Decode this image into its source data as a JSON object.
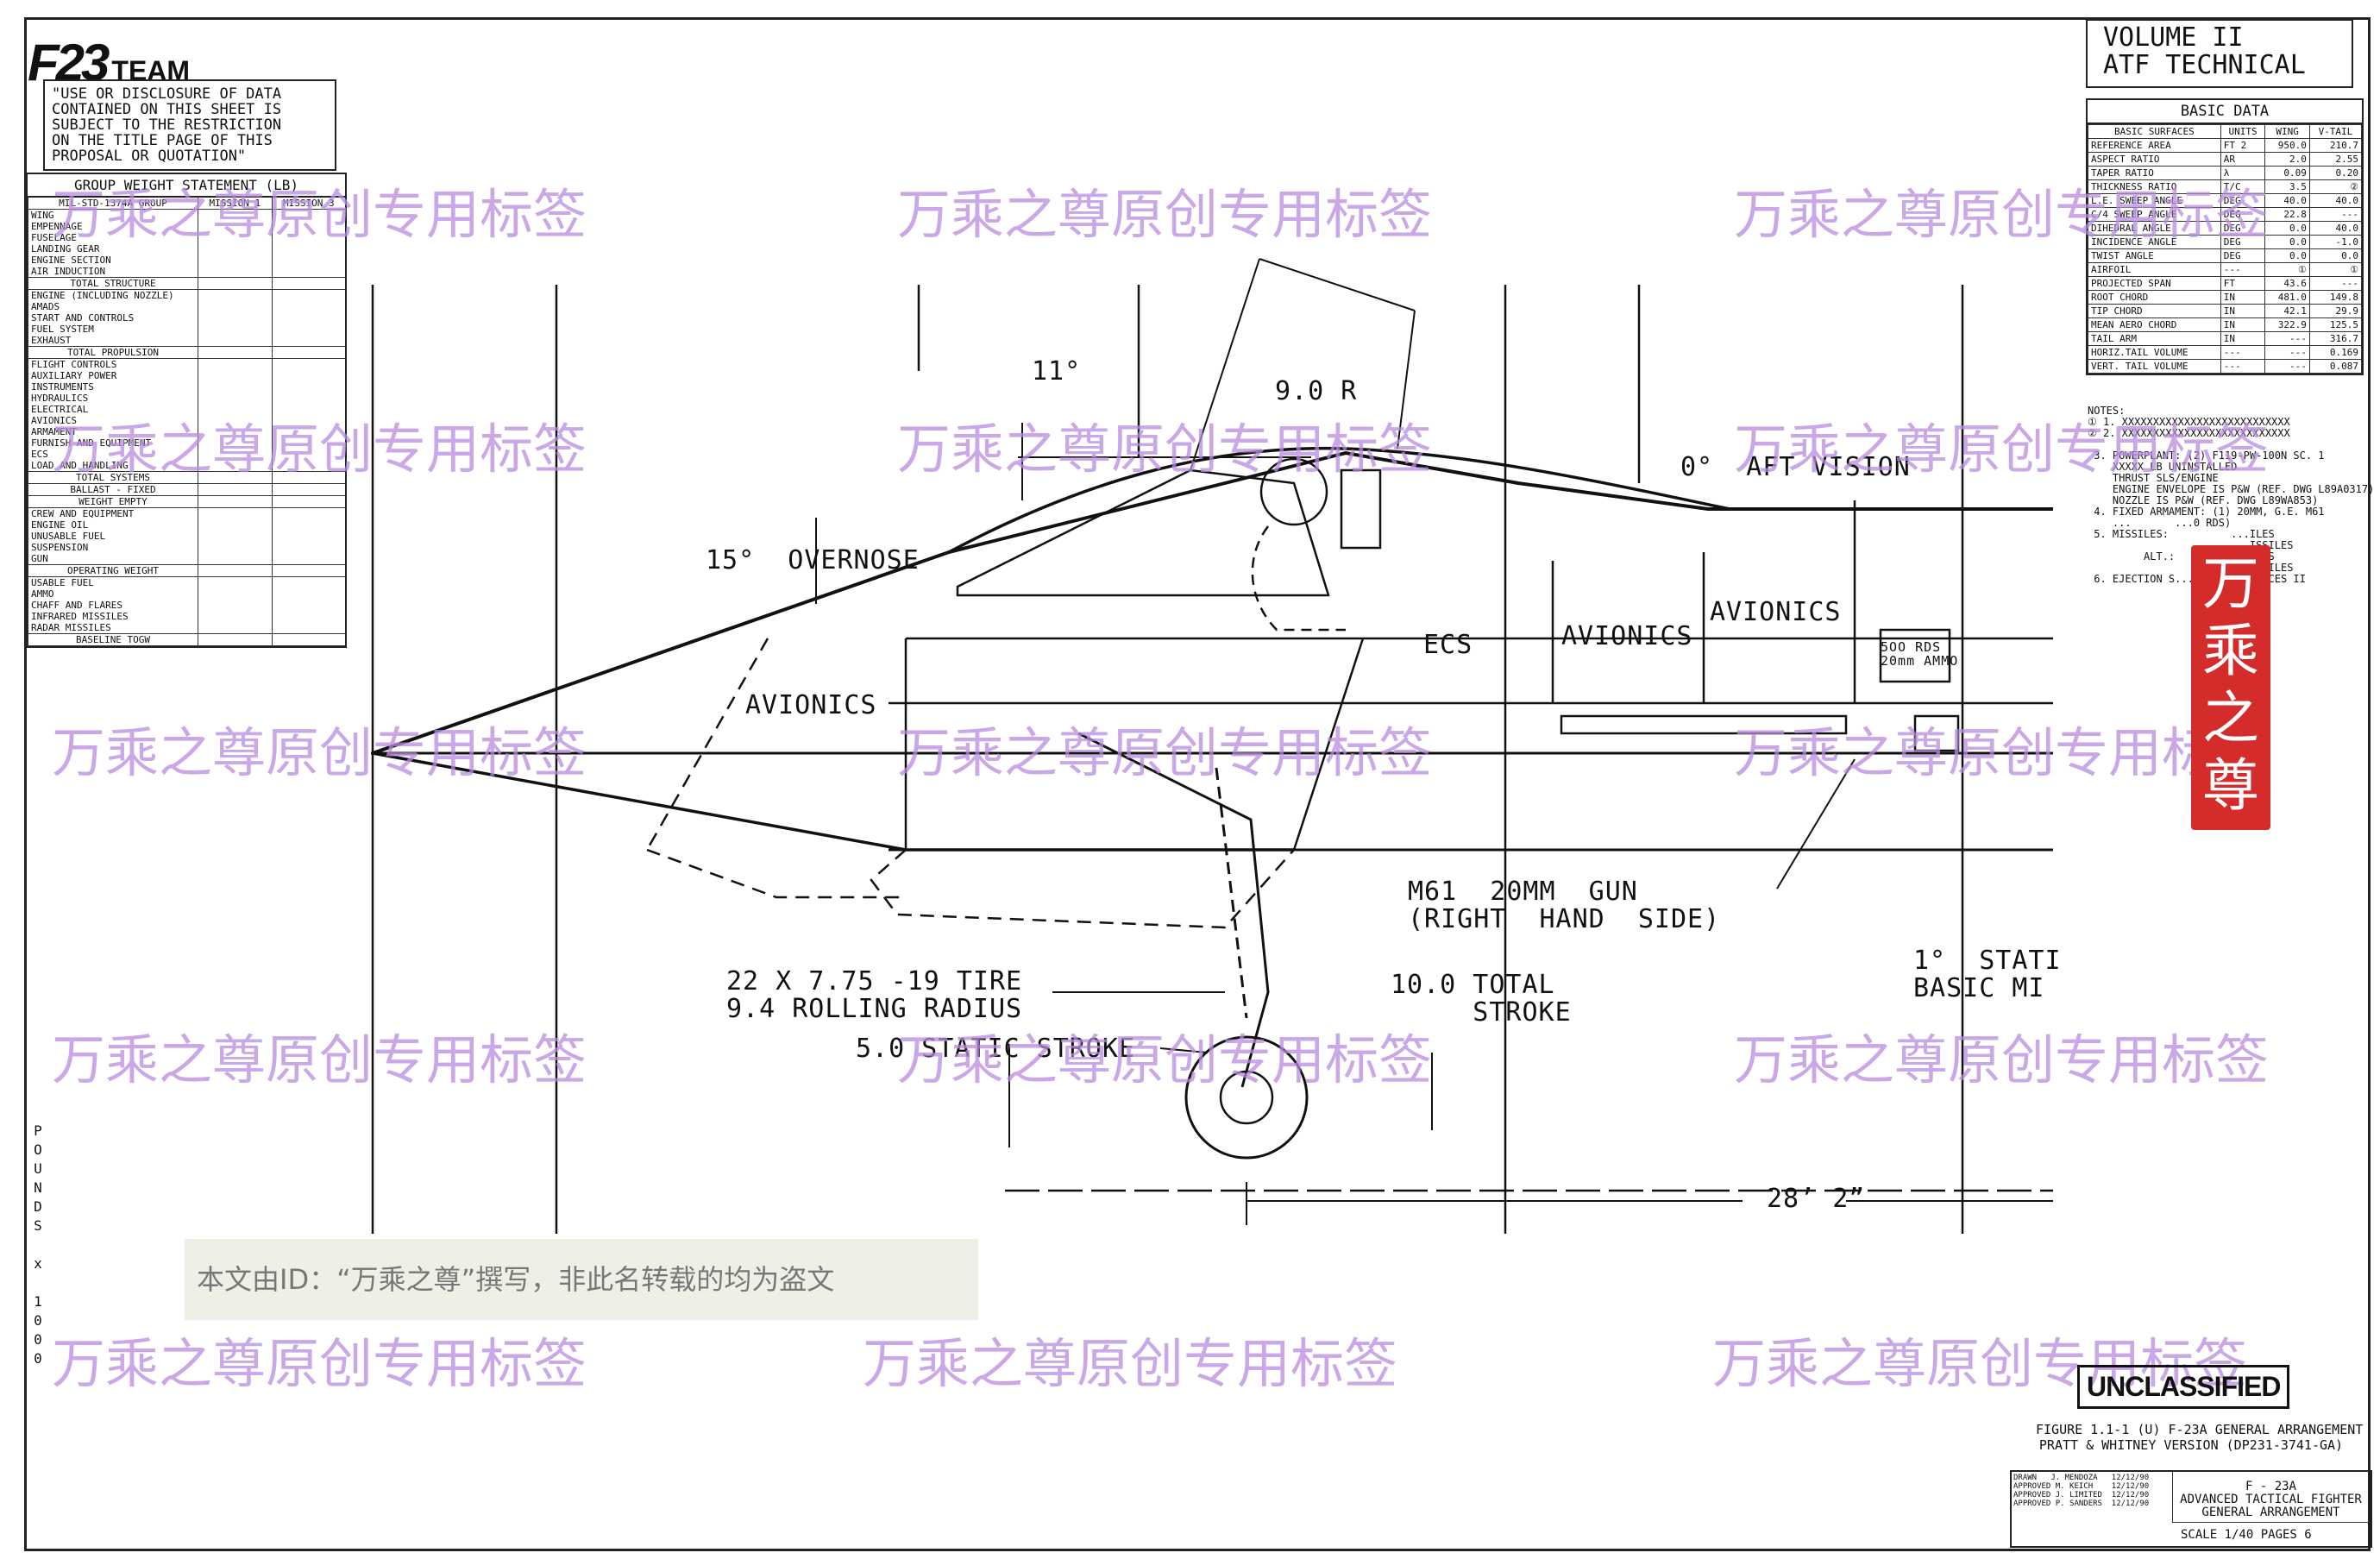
{
  "logo": {
    "mark": "F23",
    "word": "TEAM"
  },
  "disclosure": "\"USE OR DISCLOSURE OF DATA\nCONTAINED ON THIS SHEET IS\nSUBJECT TO THE RESTRICTION\nON THE TITLE PAGE OF THIS\nPROPOSAL OR QUOTATION\"",
  "weight_statement": {
    "title": "GROUP WEIGHT STATEMENT (LB)",
    "headers": [
      "MIL-STD-1374A GROUP",
      "MISSION 1",
      "MISSION 3"
    ],
    "rows": [
      {
        "label": "WING",
        "center": false
      },
      {
        "label": "EMPENNAGE",
        "center": false
      },
      {
        "label": "FUSELAGE",
        "center": false
      },
      {
        "label": "LANDING GEAR",
        "center": false
      },
      {
        "label": "ENGINE SECTION",
        "center": false
      },
      {
        "label": "AIR INDUCTION",
        "center": false
      },
      {
        "label": "TOTAL STRUCTURE",
        "center": true
      },
      {
        "label": "ENGINE (INCLUDING NOZZLE)",
        "center": false
      },
      {
        "label": "AMADS",
        "center": false
      },
      {
        "label": "START AND CONTROLS",
        "center": false
      },
      {
        "label": "FUEL SYSTEM",
        "center": false
      },
      {
        "label": "EXHAUST",
        "center": false
      },
      {
        "label": "TOTAL PROPULSION",
        "center": true
      },
      {
        "label": "FLIGHT CONTROLS",
        "center": false
      },
      {
        "label": "AUXILIARY POWER",
        "center": false
      },
      {
        "label": "INSTRUMENTS",
        "center": false
      },
      {
        "label": "HYDRAULICS",
        "center": false
      },
      {
        "label": "ELECTRICAL",
        "center": false
      },
      {
        "label": "AVIONICS",
        "center": false
      },
      {
        "label": "ARMAMENT",
        "center": false
      },
      {
        "label": "FURNISH AND EQUIPMENT",
        "center": false
      },
      {
        "label": "ECS",
        "center": false
      },
      {
        "label": "LOAD AND HANDLING",
        "center": false
      },
      {
        "label": "TOTAL SYSTEMS",
        "center": true
      },
      {
        "label": "BALLAST - FIXED",
        "center": true
      },
      {
        "label": "WEIGHT EMPTY",
        "center": true
      },
      {
        "label": "CREW AND EQUIPMENT",
        "center": false
      },
      {
        "label": "ENGINE OIL",
        "center": false
      },
      {
        "label": "UNUSABLE FUEL",
        "center": false
      },
      {
        "label": "SUSPENSION",
        "center": false
      },
      {
        "label": "GUN",
        "center": false
      },
      {
        "label": "OPERATING WEIGHT",
        "center": true
      },
      {
        "label": "USABLE FUEL",
        "center": false
      },
      {
        "label": "AMMO",
        "center": false
      },
      {
        "label": "CHAFF AND FLARES",
        "center": false
      },
      {
        "label": "INFRARED MISSILES",
        "center": false
      },
      {
        "label": "RADAR MISSILES",
        "center": false
      },
      {
        "label": "BASELINE TOGW",
        "center": true
      }
    ]
  },
  "volume": "VOLUME II\nATF TECHNICAL",
  "basic_data": {
    "title": "BASIC DATA",
    "headers": [
      "BASIC SURFACES",
      "UNITS",
      "WING",
      "V-TAIL"
    ],
    "rows": [
      [
        "REFERENCE AREA",
        "FT 2",
        "950.0",
        "210.7"
      ],
      [
        "ASPECT RATIO",
        "AR",
        "2.0",
        "2.55"
      ],
      [
        "TAPER RATIO",
        "λ",
        "0.09",
        "0.20"
      ],
      [
        "THICKNESS RATIO",
        "T/C",
        "3.5",
        "②"
      ],
      [
        "L.E. SWEEP ANGLE",
        "DEG",
        "40.0",
        "40.0"
      ],
      [
        "C/4 SWEEP ANGLE",
        "DEG",
        "22.8",
        "---"
      ],
      [
        "DIHEDRAL ANGLE",
        "DEG",
        "0.0",
        "40.0"
      ],
      [
        "INCIDENCE ANGLE",
        "DEG",
        "0.0",
        "-1.0"
      ],
      [
        "TWIST ANGLE",
        "DEG",
        "0.0",
        "0.0"
      ],
      [
        "AIRFOIL",
        "---",
        "①",
        "①"
      ],
      [
        "PROJECTED SPAN",
        "FT",
        "43.6",
        "---"
      ],
      [
        "ROOT CHORD",
        "IN",
        "481.0",
        "149.8"
      ],
      [
        "TIP CHORD",
        "IN",
        "42.1",
        "29.9"
      ],
      [
        "MEAN AERO CHORD",
        "IN",
        "322.9",
        "125.5"
      ],
      [
        "TAIL ARM",
        "IN",
        "---",
        "316.7"
      ],
      [
        "HORIZ.TAIL VOLUME",
        "---",
        "---",
        "0.169"
      ],
      [
        "VERT. TAIL VOLUME",
        "---",
        "---",
        "0.087"
      ]
    ]
  },
  "notes": "NOTES:\n① 1. XXXXXXXXXXXXXXXXXXXXXXXXXXX\n② 2. XXXXXXXXXXXXXXXXXXXXXXXXXXX\n\n 3. POWERPLANT: (2) F119-PW-100N SC. 1\n    XXXXX LB UNINSTALLED\n    THRUST SLS/ENGINE\n    ENGINE ENVELOPE IS P&W (REF. DWG L89A0317)\n    NOZZLE IS P&W (REF. DWG L89WA853)\n 4. FIXED ARMAMENT: (1) 20MM, G.E. M61\n    ...       ...0 RDS)\n 5. MISSILES:          ...ILES\n                       ...ISSILES\n         ALT.:         ...ILES\n                       ...ISSILES\n 6. EJECTION S...      ...) ACES II",
  "labels": {
    "angle_11": "11°",
    "radius": "9.0 R",
    "aft_vision": "0°  AFT VISION",
    "overnose": "15°  OVERNOSE",
    "avionics_nose": "AVIONICS",
    "ecs": "ECS",
    "avionics_mid": "AVIONICS",
    "avionics_aft": "AVIONICS",
    "ammo": "5OO RDS\n20mm AMMO",
    "gun": "M61  20MM  GUN\n(RIGHT  HAND  SIDE)",
    "tire": "22 X 7.75 -19 TIRE\n9.4 ROLLING RADIUS",
    "static_stroke": "5.0 STATIC STROKE",
    "total_stroke": "10.0 TOTAL\n     STROKE",
    "static_line": "1°  STATI\nBASIC MI",
    "dimension": "28’ 2”"
  },
  "pounds_axis": "P\nO\nU\nN\nD\nS\n\nx\n\n1\n0\n0\n0",
  "watermark": "万乘之尊原创专用标签",
  "seal": "万乘之尊",
  "notice": "本文由ID：“万乘之尊”撰写，非此名转载的均为盗文",
  "classification": "UNCLASSIFIED",
  "figure_caption": "FIGURE 1.1-1 (U) F-23A GENERAL ARRANGEMENT\nPRATT & WHITNEY VERSION (DP231-3741-GA)",
  "title_block": {
    "signatures": "DRAWN   J. MENDOZA   12/12/90\nAPPROVED M. KEICH    12/12/90\nAPPROVED J. LIMITED  12/12/90\nAPPROVED P. SANDERS  12/12/90",
    "title": "F - 23A\nADVANCED TACTICAL FIGHTER\nGENERAL ARRANGEMENT",
    "scale": "SCALE 1/40   PAGES      6"
  }
}
